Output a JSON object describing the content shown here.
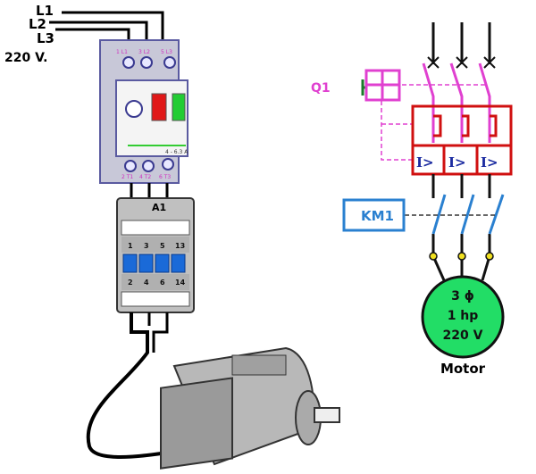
{
  "supply": {
    "l1": "L1",
    "l2": "L2",
    "l3": "L3",
    "voltage": "220 V."
  },
  "breaker": {
    "top_terminals": [
      "1 L1",
      "3 L2",
      "5 L3"
    ],
    "bottom_terminals": [
      "2 T1",
      "4 T2",
      "6 T3"
    ],
    "rating": "4 - 6.3 A"
  },
  "contactor": {
    "coil_terminal": "A1",
    "top_numbers": [
      "1",
      "3",
      "5",
      "13"
    ],
    "bottom_numbers": [
      "2",
      "4",
      "6",
      "14"
    ]
  },
  "schematic": {
    "breaker_label": "Q1",
    "trip_symbol": "I>",
    "contactor_label": "KM1",
    "motor_phase": "3 ϕ",
    "motor_power": "1 hp",
    "motor_voltage": "220 V",
    "motor_caption": "Motor"
  },
  "colors": {
    "breaker": "#e040d0",
    "trip": "#d01010",
    "trip_text": "#1a2aa0",
    "contactor": "#2a80d0",
    "motor": "#22dd66",
    "handle": "#1a7a2a",
    "terminal": "#f0e020"
  }
}
